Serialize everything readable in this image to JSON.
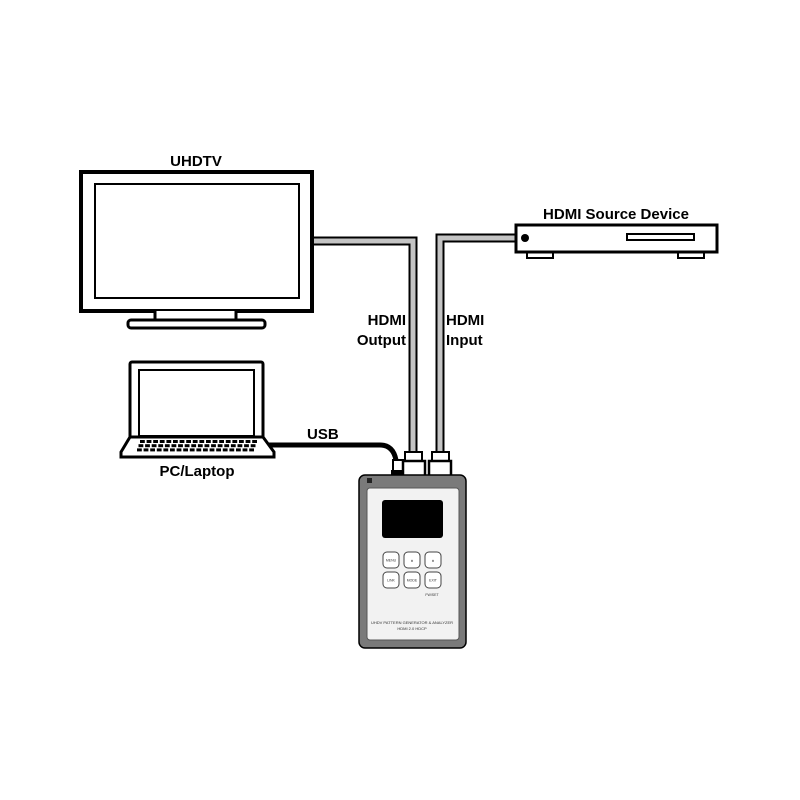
{
  "labels": {
    "tv": "UHDTV",
    "source": "HDMI Source Device",
    "hdmi_output_line1": "HDMI",
    "hdmi_output_line2": "Output",
    "hdmi_input_line1": "HDMI",
    "hdmi_input_line2": "Input",
    "usb": "USB",
    "laptop": "PC/Laptop"
  },
  "device": {
    "buttons": [
      "MENU",
      "▲",
      "▲",
      "LINK",
      "MODE",
      "EXIT"
    ],
    "button_sub_label": "FW/SET",
    "footer_line1": "UHDV PATTERN GENERATOR & ANALYZER",
    "footer_line2": "HDMI 2.0 HDCP"
  },
  "colors": {
    "outline": "#000000",
    "cable_gray": "#bdbdbd",
    "device_body": "#7a7a7a",
    "device_face": "#f2f2f2",
    "screen": "#000000"
  }
}
